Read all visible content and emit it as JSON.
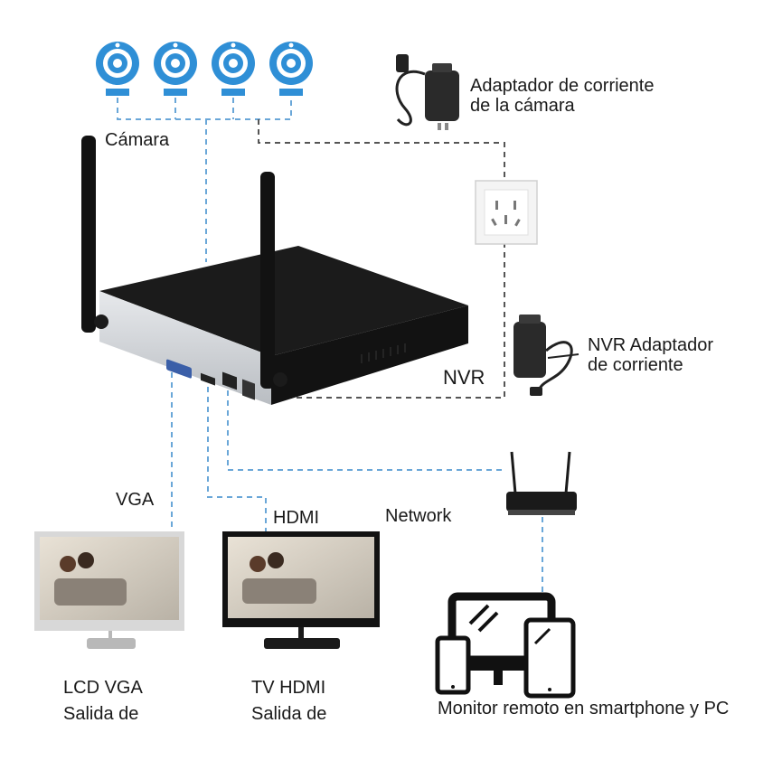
{
  "labels": {
    "camera": "Cámara",
    "camera_adapter_line1": "Adaptador de corriente",
    "camera_adapter_line2": "de la cámara",
    "nvr_adapter_line1": "NVR Adaptador",
    "nvr_adapter_line2": "de corriente",
    "nvr": "NVR",
    "vga": "VGA",
    "hdmi": "HDMI",
    "network": "Network",
    "lcd_line1": "LCD VGA",
    "lcd_line2": "Salida de",
    "tv_line1": "TV HDMI",
    "tv_line2": "Salida de",
    "remote": "Monitor remoto en smartphone y PC"
  },
  "icons": {
    "camera": "wifi-camera-icon",
    "power_adapter": "power-adapter-icon",
    "wall_socket": "wall-socket-icon",
    "router": "router-icon",
    "devices": "devices-icon"
  },
  "colors": {
    "link": "#6aa7d8",
    "power": "#3a3a3a",
    "camera": "#2f8fd6",
    "nvr_body": "#1b1b1b",
    "nvr_front": "#d6d9dd"
  }
}
